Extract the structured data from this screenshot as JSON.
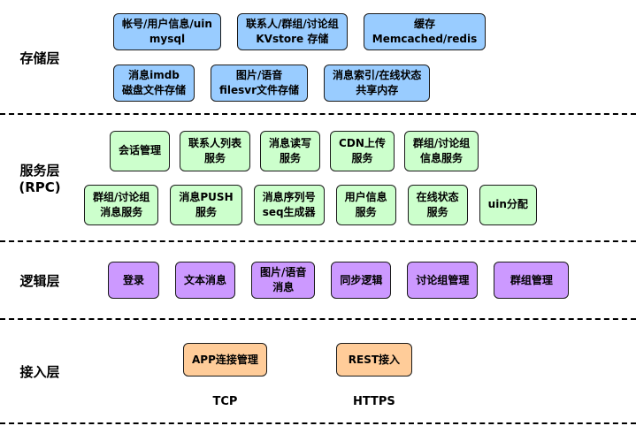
{
  "colors": {
    "storage_box": "#99CCFF",
    "service_box": "#CCFFCC",
    "logic_box": "#CC99FF",
    "access_box": "#FFCC99",
    "box_border": "#1a1a1a",
    "divider": "#000000"
  },
  "layers": [
    {
      "name": "storage",
      "label": "存储层",
      "rows": [
        [
          "帐号/用户信息/uin\nmysql",
          "联系人/群组/讨论组\nKVstore 存储",
          "缓存\nMemcached/redis"
        ],
        [
          "消息imdb\n磁盘文件存储",
          "图片/语音\nfilesvr文件存储",
          "消息索引/在线状态\n共享内存"
        ]
      ]
    },
    {
      "name": "service",
      "label": "服务层\n(RPC)",
      "rows": [
        [
          "会话管理",
          "联系人列表\n服务",
          "消息读写\n服务",
          "CDN上传\n服务",
          "群组/讨论组\n信息服务"
        ],
        [
          "群组/讨论组\n消息服务",
          "消息PUSH\n服务",
          "消息序列号\nseq生成器",
          "用户信息\n服务",
          "在线状态\n服务",
          "uin分配"
        ]
      ]
    },
    {
      "name": "logic",
      "label": "逻辑层",
      "rows": [
        [
          "登录",
          "文本消息",
          "图片/语音\n消息",
          "同步逻辑",
          "讨论组管理",
          "群组管理"
        ]
      ]
    },
    {
      "name": "access",
      "label": "接入层",
      "rows": [
        [
          "APP连接管理",
          "REST接入"
        ]
      ],
      "protocols": [
        "TCP",
        "HTTPS"
      ]
    }
  ]
}
